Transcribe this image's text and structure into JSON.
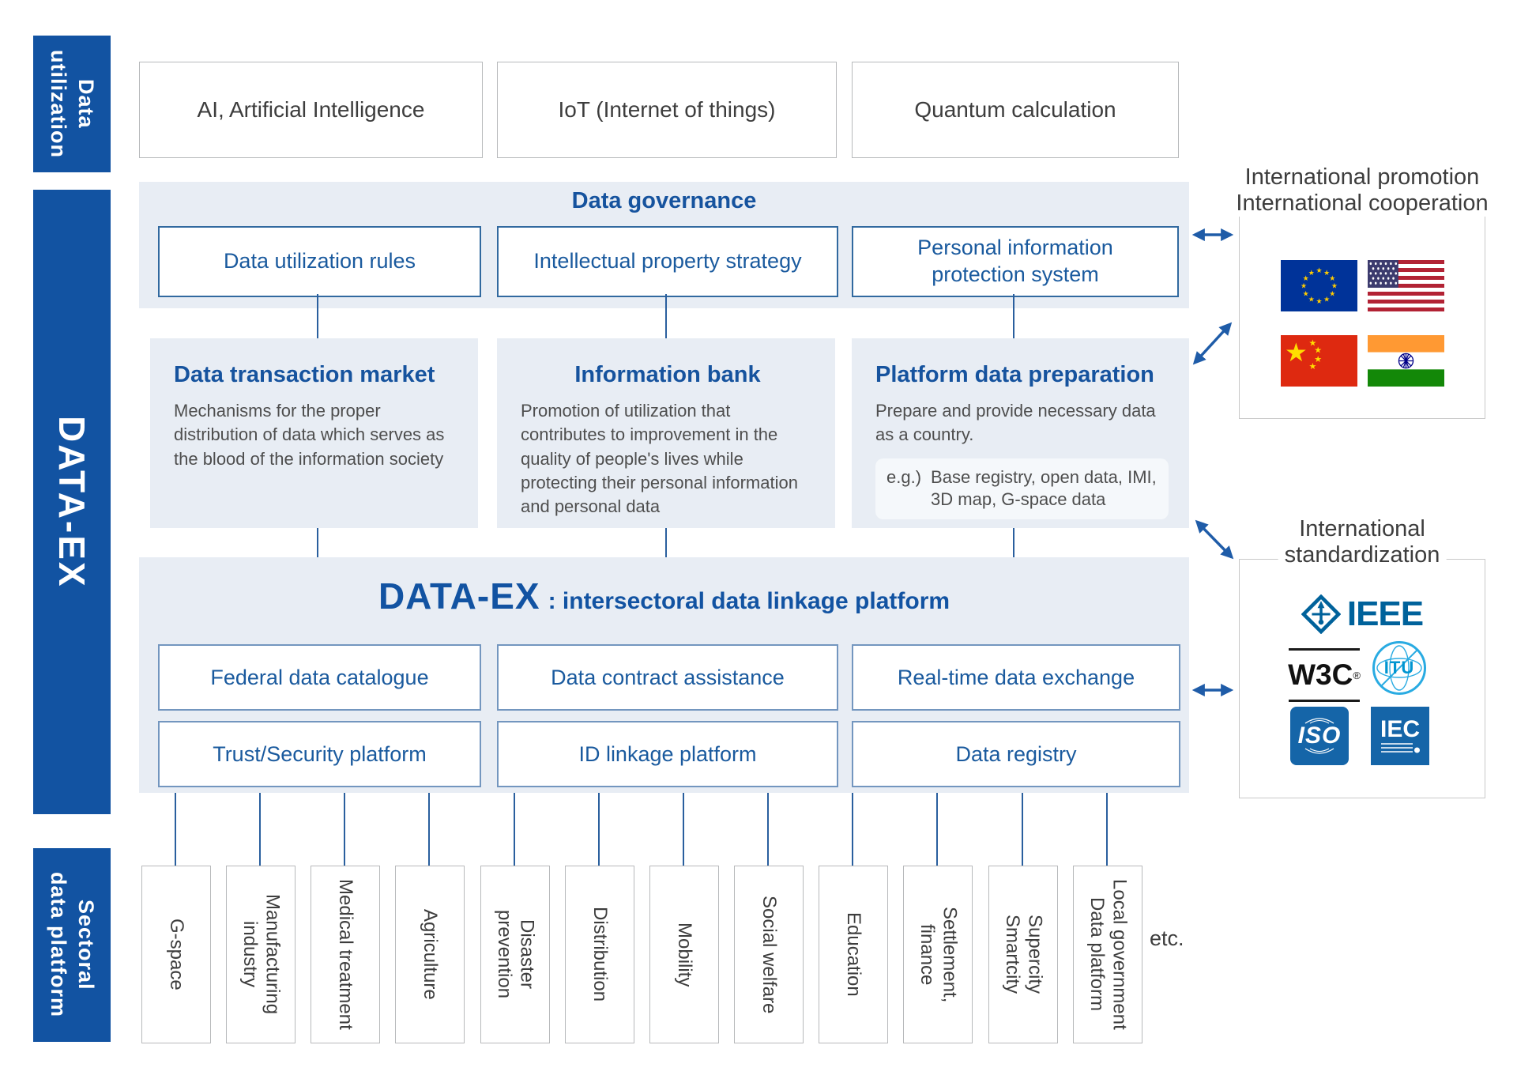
{
  "left_rail": {
    "data_utilization_label": "Data\nutilization",
    "data_ex_label": "DATA-EX",
    "sectoral_label": "Sectoral\ndata platform"
  },
  "top_row": [
    "AI, Artificial Intelligence",
    "IoT (Internet of things)",
    "Quantum calculation"
  ],
  "governance": {
    "title": "Data governance",
    "boxes": [
      "Data utilization rules",
      "Intellectual property strategy",
      "Personal information\nprotection system"
    ]
  },
  "pillars": [
    {
      "title": "Data transaction market",
      "body": "Mechanisms for the proper\ndistribution of data which serves as\nthe blood of the information society"
    },
    {
      "title": "Information bank",
      "body": "Promotion of utilization that\ncontributes to improvement in the\nquality of people's lives while\nprotecting their personal information\nand personal data"
    },
    {
      "title": "Platform data preparation",
      "body": "Prepare and provide necessary data\nas a country.",
      "example_label": "e.g.)",
      "example_text": "Base registry, open data, IMI,\n3D map, G-space data"
    }
  ],
  "dataex": {
    "title": "DATA-EX",
    "subtitle": ": intersectoral data linkage platform",
    "boxes": [
      "Federal data catalogue",
      "Data contract assistance",
      "Real-time data exchange",
      "Trust/Security platform",
      "ID linkage platform",
      "Data registry"
    ]
  },
  "sectors": [
    "G-space",
    "Manufacturing\nindustry",
    "Medical treatment",
    "Agriculture",
    "Disaster\nprevention",
    "Distribution",
    "Mobility",
    "Social welfare",
    "Education",
    "Settlement,\nfinance",
    "Supercity\nSmartcity",
    "Local government\nData platform"
  ],
  "etc_label": "etc.",
  "promotion_panel": {
    "title": "International promotion\nInternational cooperation",
    "flags": [
      "eu-flag",
      "us-flag",
      "china-flag",
      "india-flag"
    ]
  },
  "standardization_panel": {
    "title": "International\nstandardization",
    "logos": [
      "IEEE",
      "W3C",
      "ITU",
      "ISO",
      "IEC"
    ],
    "w3c_reg": "®"
  },
  "colors": {
    "primary_blue": "#1253a2",
    "heading_blue": "#16539e",
    "container_bg": "#e8edf4",
    "arrow_blue": "#1f5ca8",
    "connector_blue": "#2a5f9e"
  }
}
